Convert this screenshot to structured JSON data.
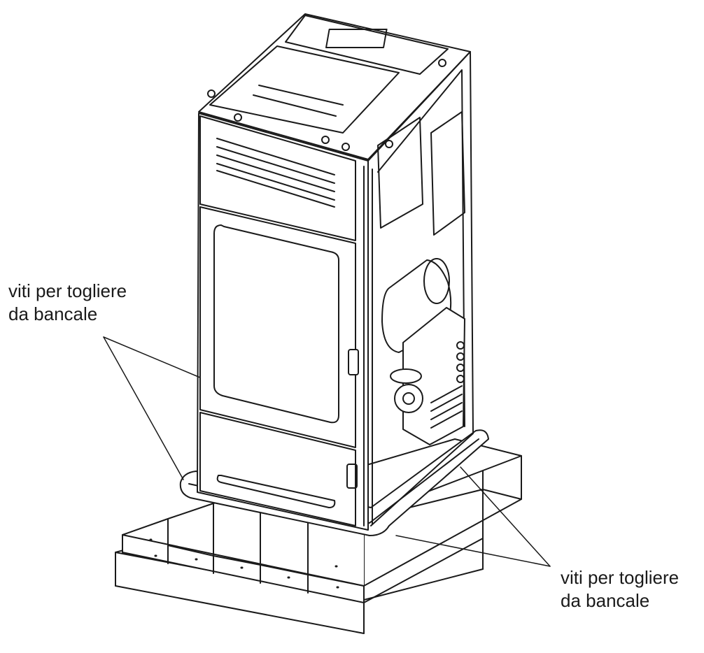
{
  "callouts": {
    "left": {
      "line1": "viti per togliere",
      "line2": "da bancale"
    },
    "right": {
      "line1": "viti per togliere",
      "line2": "da bancale"
    }
  },
  "colors": {
    "ink": "#1a1a1a",
    "background": "#ffffff",
    "shade": "#e9e9e9"
  }
}
